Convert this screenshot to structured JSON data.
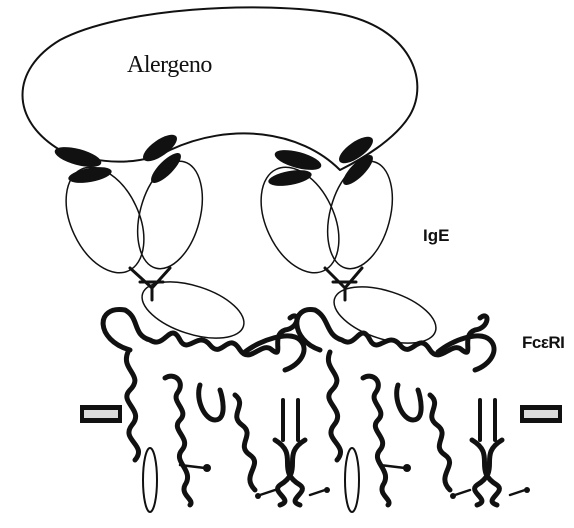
{
  "labels": {
    "allergen": "Alergeno",
    "ige": "IgE",
    "fceri": "FcεRI"
  },
  "colors": {
    "ink": "#111111",
    "background": "#ffffff"
  }
}
